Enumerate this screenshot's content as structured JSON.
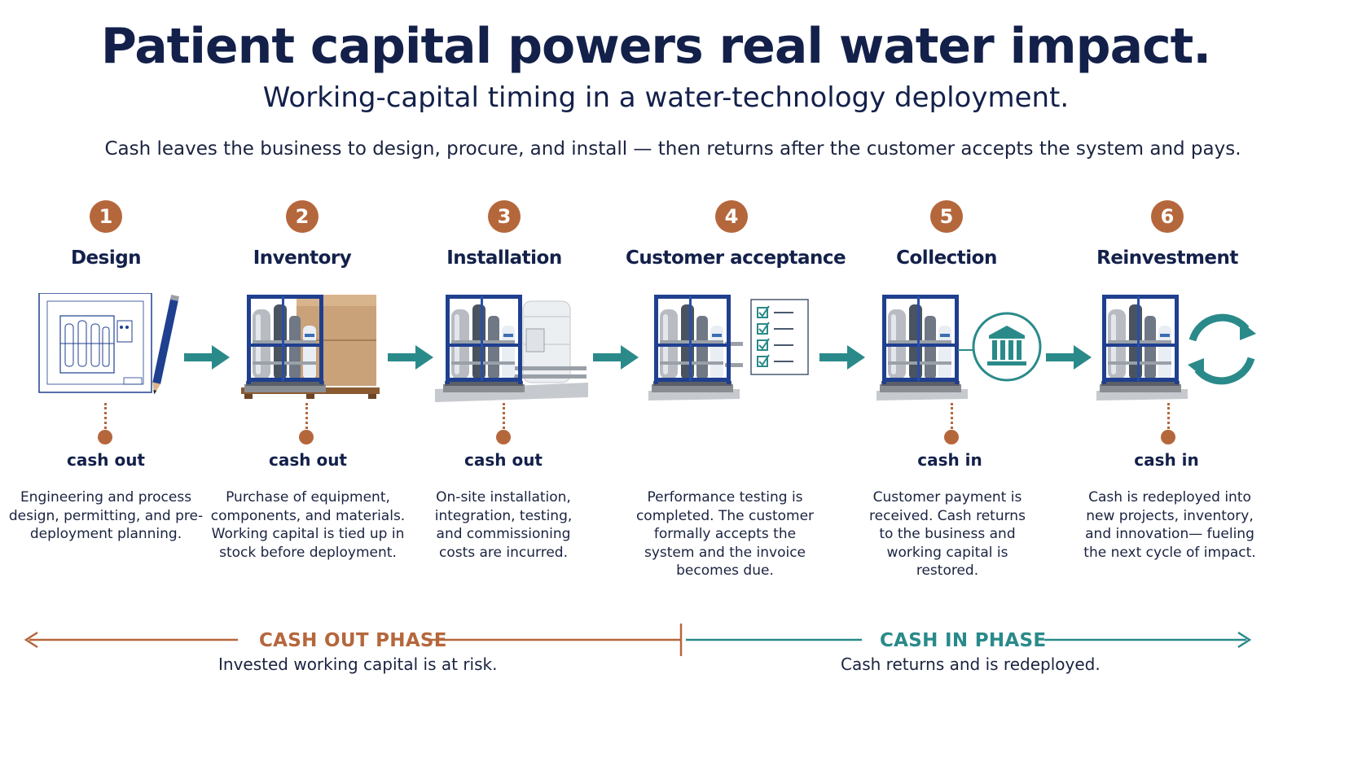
{
  "header": {
    "title": "Patient capital powers real water impact.",
    "subtitle": "Working-capital timing in a water-technology deployment.",
    "lede": "Cash leaves the business to design, procure, and install — then returns after the customer accepts the system and pays."
  },
  "steps": [
    {
      "number": "1",
      "name": "Design",
      "cash": "cash out",
      "description": "Engineering and process design, permitting, and pre-deployment planning."
    },
    {
      "number": "2",
      "name": "Inventory",
      "cash": "cash out",
      "description": "Purchase of equipment, components, and materials. Working capital is tied up in stock before deployment."
    },
    {
      "number": "3",
      "name": "Installation",
      "cash": "cash out",
      "description": "On-site installation, integration, testing, and commissioning costs are incurred."
    },
    {
      "number": "4",
      "name": "Customer acceptance",
      "cash": "",
      "description": "Performance testing is completed. The customer formally accepts the system and the invoice becomes due."
    },
    {
      "number": "5",
      "name": "Collection",
      "cash": "cash in",
      "description": "Customer payment is received. Cash returns to the business and working capital is restored."
    },
    {
      "number": "6",
      "name": "Reinvestment",
      "cash": "cash in",
      "description": "Cash is redeployed into new projects, inventory, and innovation— fueling the next cycle of impact."
    }
  ],
  "phases": {
    "out": {
      "title": "CASH OUT PHASE",
      "subtitle": "Invested working capital is at risk."
    },
    "in": {
      "title": "CASH IN PHASE",
      "subtitle": "Cash returns and is redeployed."
    }
  },
  "icons": {
    "design": "blueprint-and-pencil-icon",
    "inventory": "water-skid-and-crate-icon",
    "installation": "water-skid-and-tank-icon",
    "acceptance": "checklist-icon",
    "collection": "bank-icon",
    "reinvestment": "cycle-arrows-icon"
  },
  "colors": {
    "navy": "#13204a",
    "copper": "#b5673c",
    "teal": "#2a8a8a",
    "frame_blue": "#1f3f8f"
  }
}
